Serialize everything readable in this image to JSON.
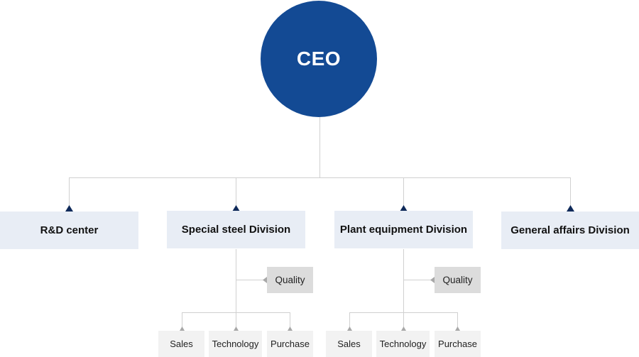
{
  "ceo": {
    "label": "CEO"
  },
  "divisions": [
    {
      "label": "R&D center"
    },
    {
      "label": "Special steel Division"
    },
    {
      "label": "Plant equipment Division"
    },
    {
      "label": "General affairs Division"
    }
  ],
  "special_steel": {
    "quality": "Quality",
    "departments": [
      "Sales",
      "Technology",
      "Purchase"
    ]
  },
  "plant_equipment": {
    "quality": "Quality",
    "departments": [
      "Sales",
      "Technology",
      "Purchase"
    ]
  },
  "colors": {
    "ceo": "#134a94",
    "division_box": "#e8edf5",
    "quality_box": "#dcdcdc",
    "department_box": "#f2f2f2",
    "connector": "#d0d0d0",
    "arrow_dark": "#0f2a5a",
    "arrow_light": "#a8a8a8"
  }
}
